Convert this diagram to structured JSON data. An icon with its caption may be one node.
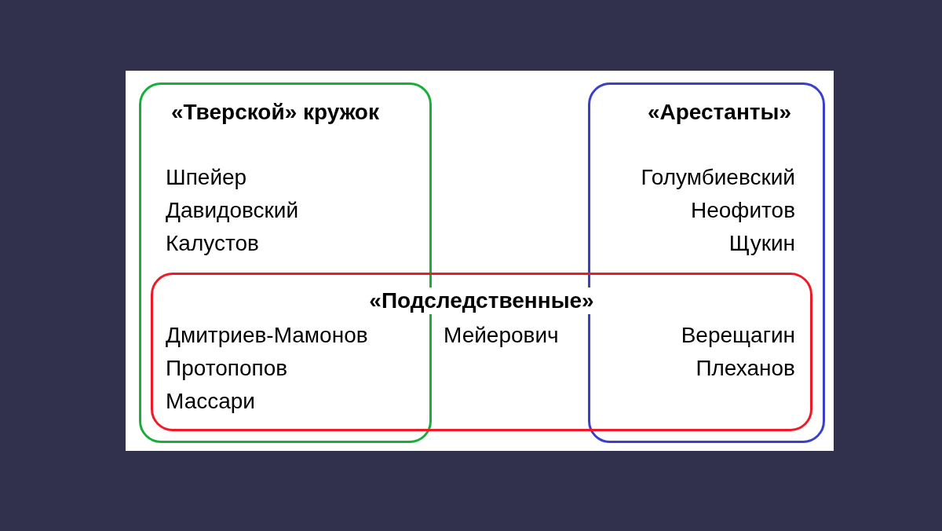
{
  "diagram": {
    "nodes": [
      {
        "text": [
          "«Тверской» кружок"
        ]
      },
      {
        "text": [
          "«Арестанты»"
        ]
      },
      {
        "text": [
          "«Подследственные»"
        ]
      }
    ],
    "labels": [
      "Шпейер",
      "Голумбиевский",
      "Давидовский",
      "Неофитов",
      "Калустов",
      "Щукин",
      "Дмитриев-Мамонов",
      "Мейерович",
      "Верещагин",
      "Протопопов",
      "Плеханов",
      "Массари"
    ]
  }
}
